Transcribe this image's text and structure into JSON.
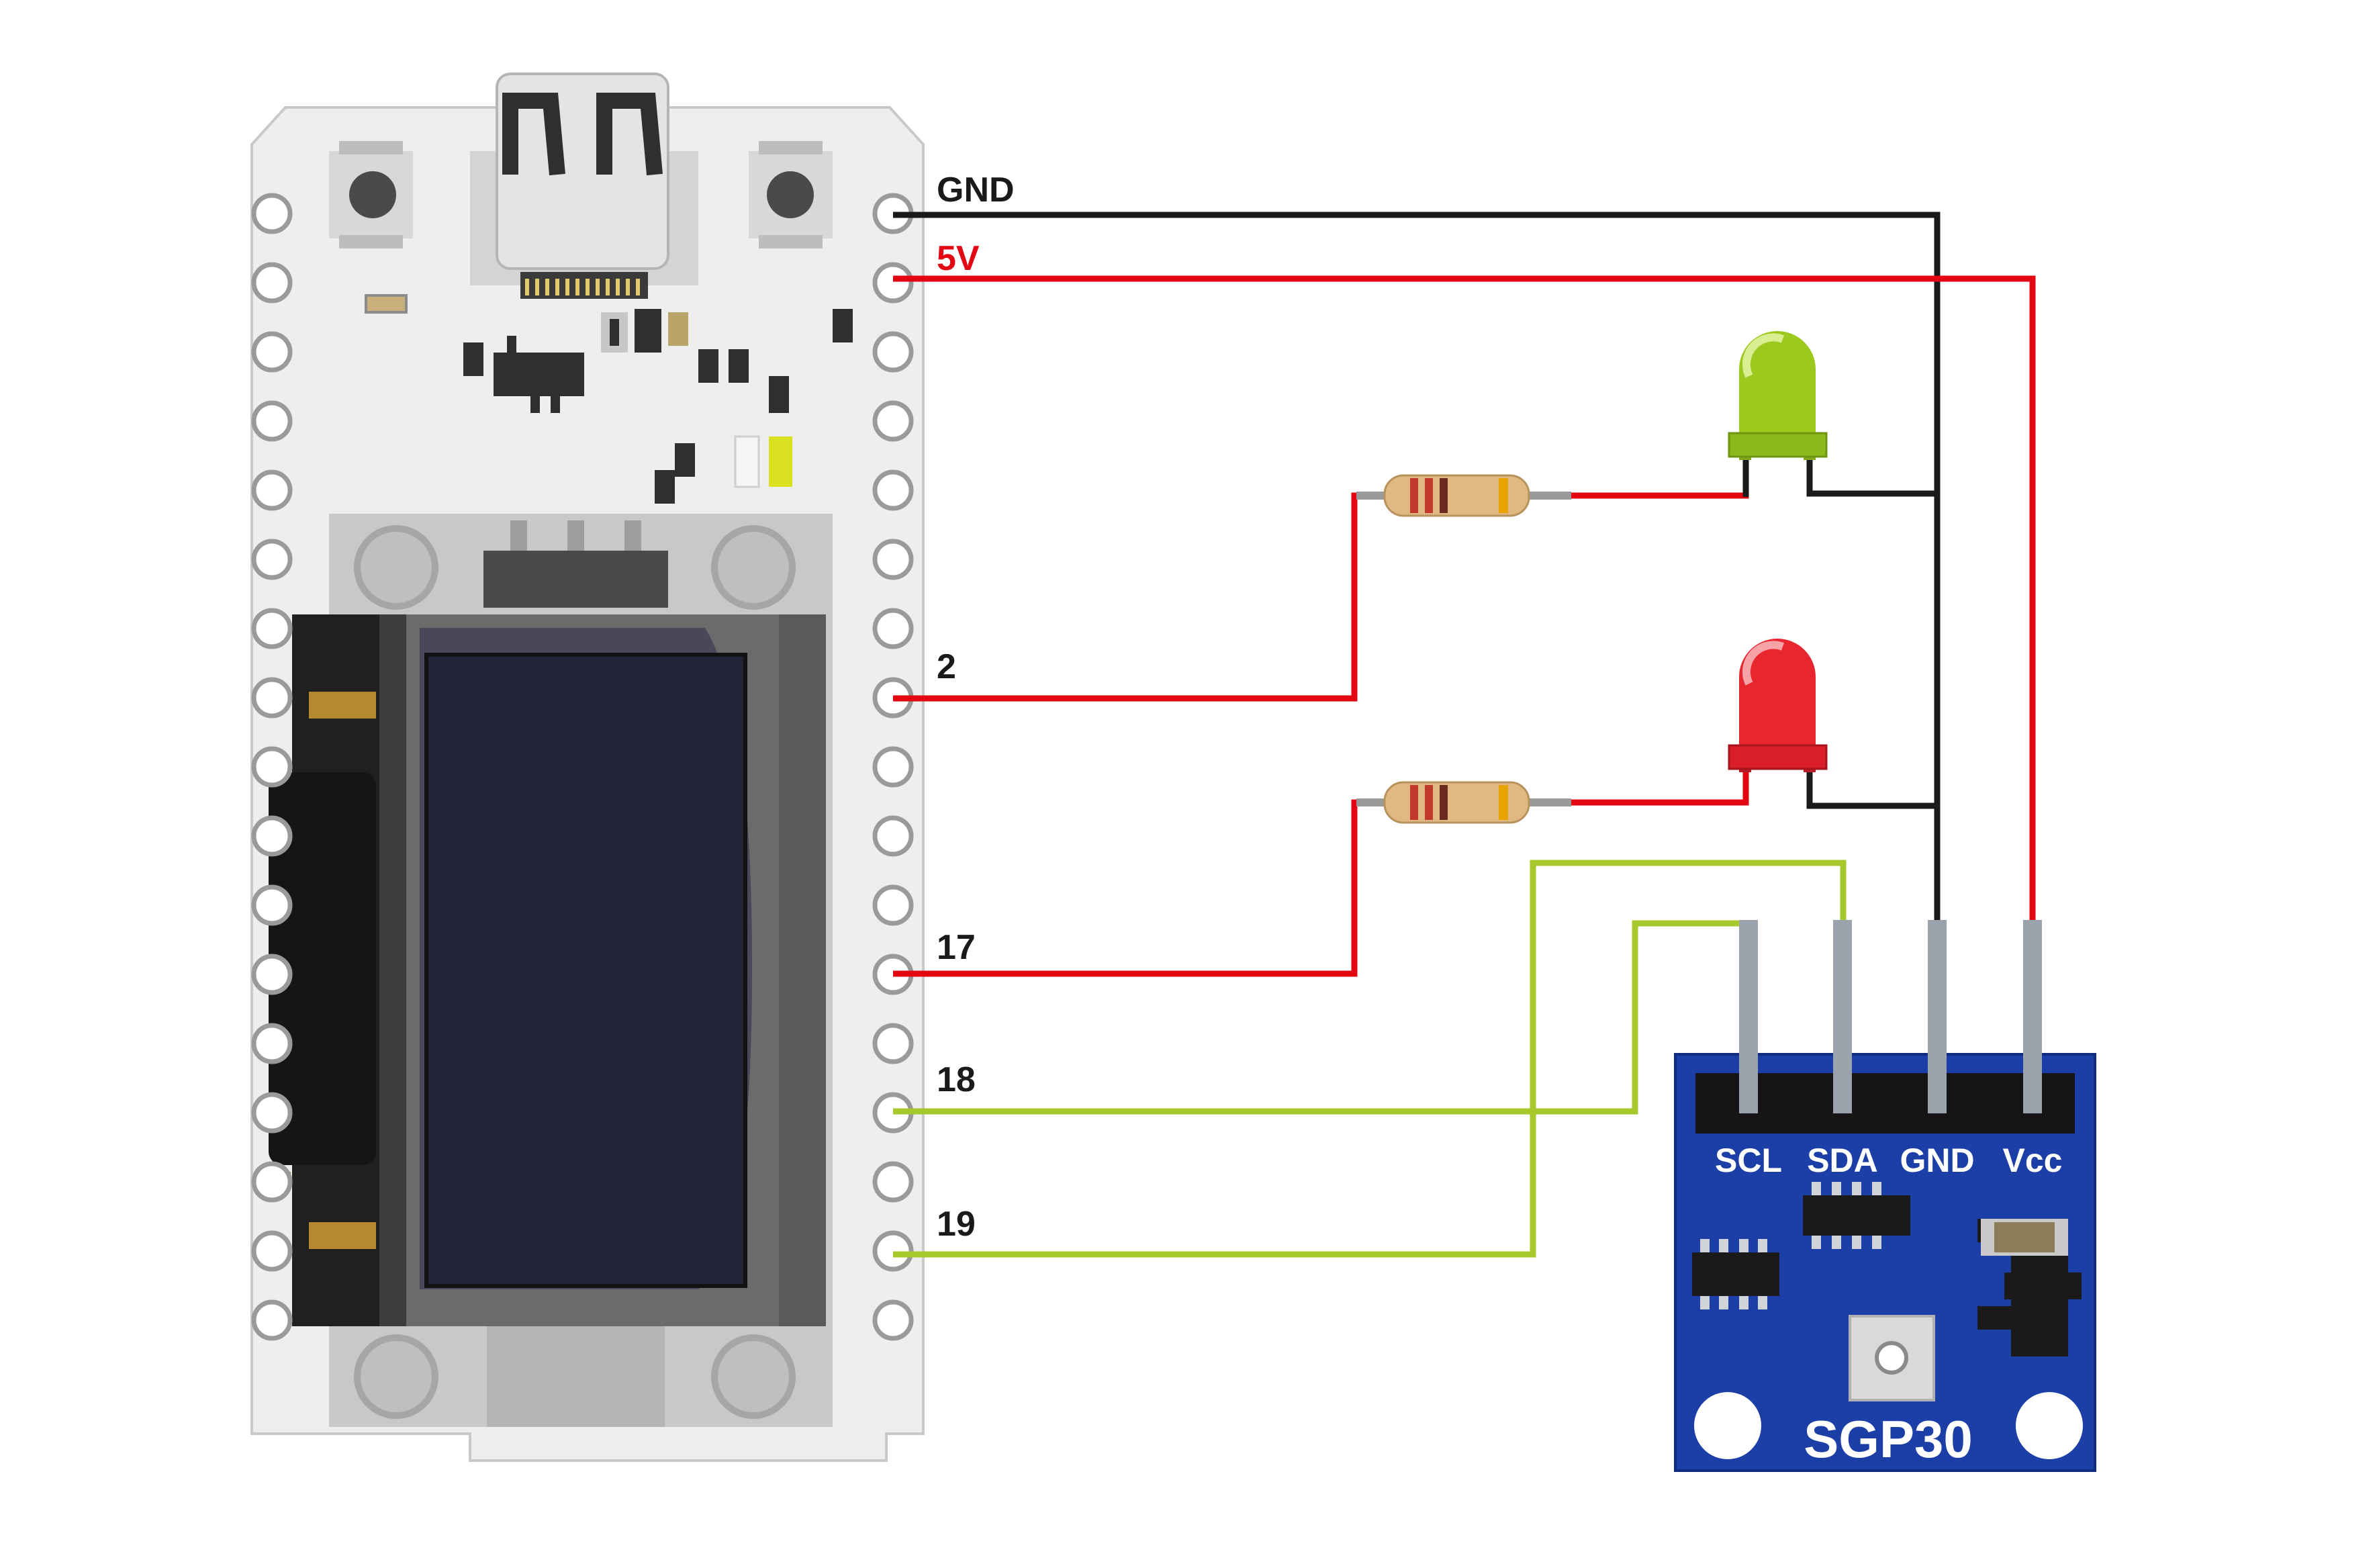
{
  "board": {
    "left_pins": 17,
    "right_pins": 17
  },
  "pin_labels": {
    "gnd": "GND",
    "v5": "5V",
    "p2": "2",
    "p17": "17",
    "p18": "18",
    "p19": "19"
  },
  "sensor": {
    "name": "SGP30",
    "pins": [
      "SCL",
      "SDA",
      "GND",
      "Vcc"
    ]
  },
  "leds": [
    {
      "name": "green-led",
      "color": "#9bc91e"
    },
    {
      "name": "red-led",
      "color": "#e8262f"
    }
  ],
  "colors": {
    "wire_gnd": "#1a1a1a",
    "wire_power": "#e30613",
    "wire_signal": "#a6c82a",
    "sensor_board": "#1b3fa6",
    "resistor_body": "#e0b881",
    "oled_screen": "#222336"
  }
}
